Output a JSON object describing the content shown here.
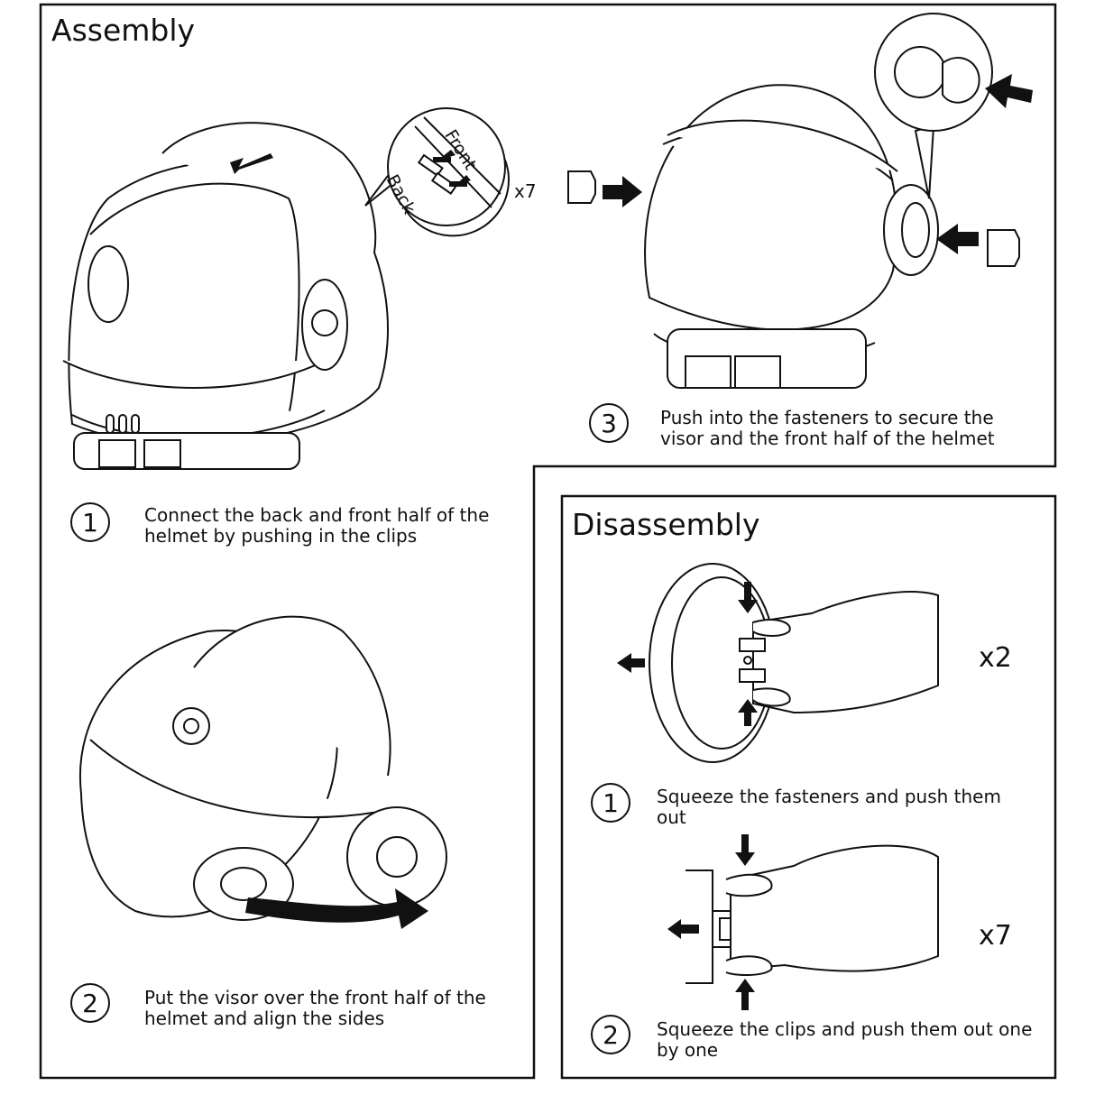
{
  "assembly": {
    "title": "Assembly",
    "steps": [
      {
        "number": "1",
        "text": "Connect the back and front half of the helmet by pushing in the clips"
      },
      {
        "number": "2",
        "text": "Put the visor over the front half of the helmet and align the sides"
      },
      {
        "number": "3",
        "text": "Push into the fasteners to secure the visor and the front half of the helmet"
      }
    ],
    "clip_callout": {
      "front_label": "Front",
      "back_label": "Back",
      "count": "x7"
    }
  },
  "disassembly": {
    "title": "Disassembly",
    "steps": [
      {
        "number": "1",
        "text": "Squeeze the fasteners and push them out",
        "count": "x2"
      },
      {
        "number": "2",
        "text": "Squeeze the clips and push them out one by one",
        "count": "x7"
      }
    ]
  },
  "icons": [
    "helmet-illustration",
    "clip-callout",
    "fastener",
    "push-arrow",
    "hand-squeeze"
  ]
}
